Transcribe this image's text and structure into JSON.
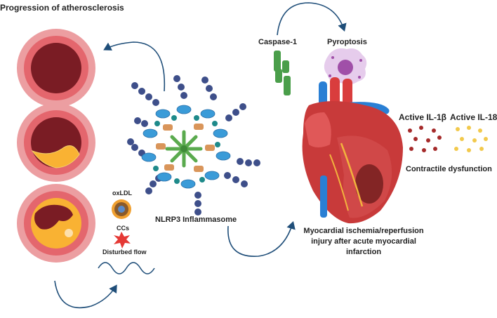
{
  "labels": {
    "title": "Progression of atherosclerosis",
    "caspase": "Caspase-1",
    "pyroptosis": "Pyroptosis",
    "il1b": "Active IL-1β",
    "il18": "Active IL-18",
    "contractile": "Contractile dysfunction",
    "nlrp3": "NLRP3 Inflammasome",
    "oxldl": "oxLDL",
    "ccs": "CCs",
    "flow": "Disturbed flow",
    "mi_line1": "Myocardial ischemia/reperfusion",
    "mi_line2": "injury after acute myocardial",
    "mi_line3": "infarction"
  },
  "colors": {
    "vessel_outer": "#e8727a",
    "vessel_lumen": "#7a1c24",
    "plaque": "#f9b233",
    "arrow": "#1f4e79",
    "bead": "#3e4f8a",
    "leaf_blue": "#3a9bd8",
    "leaf_orange": "#d9955a",
    "dot_teal": "#1e8a8a",
    "center_green": "#5aaa4e",
    "il1_dot": "#a52a2a",
    "il18_dot": "#f2c94c",
    "heart": "#c83a3a"
  }
}
